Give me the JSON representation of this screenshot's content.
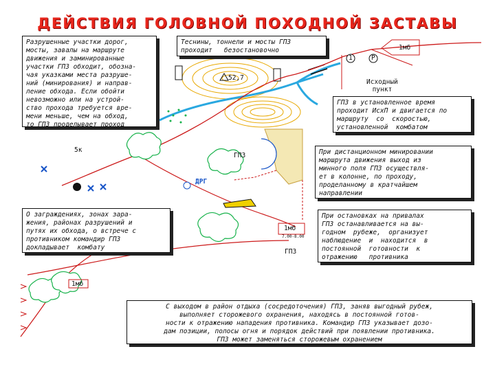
{
  "title": "ДЕЙСТВИЯ ГОЛОВНОЙ ПОХОДНОЙ ЗАСТАВЫ",
  "notes": {
    "obstacles": "Разрушенные участки дорог,\nмосты, завалы на маршруте\nдвижения и заминированные\nучастки ГПЗ обходит, обозна-\nчая указками места разруше-\nний (минирования) и направ-\nление обхода. Если обойти\nневозможно или на устрой-\nство прохода требуется вре-\nмени меньше, чем на обход,\nто ГПЗ проделывает проход",
    "tunnels": "Теснины, тоннели и мосты ГПЗ\nпроходит   безостановочно",
    "start_time": "ГПЗ в установленное время\nпроходит ИсхП и двигается по\nмаршруту  со  скоростью,\nустановленной  комбатом",
    "remote_mining": "При дистанционном минировании\nмаршрута движения выход из\nминного поля ГПЗ осуществля-\nет в колонне, по проходу,\nпроделанному в кратчайшем\nнаправлении",
    "barriers": "О заграждениях, зонах зара-\nжения, районах разрушений и\nпутях их обхода, о встрече с\nпротивником командир ГПЗ\nдокладывает  комбату",
    "halts": "При остановках на привалах\nГПЗ останавливается на вы-\nгодном  рубеже,  организует\nнаблюдение  и  находится  в\nпостоянной  готовности  к\nотражению   противника",
    "rest_area": "С выходом в район отдыха (сосредоточения) ГПЗ, заняв выгодный рубеж,\nвыполняет сторожевого охранения, находясь в постоянной готов-\nности к отражению нападения противника. Командир ГПЗ указывает дозо-\nдам позиции, полосы огня и порядок действий при появлении противника.\nГПЗ может заменяться сторожевым охранением"
  },
  "labels": {
    "elevation": "52,7",
    "start_point": "Исходный\nпункт",
    "gpz_top": "ГПЗ",
    "drg": "ДРГ",
    "gpz_bottom": "ГПЗ",
    "unit_1mb_top": "1мб",
    "unit_1mb_mid": "1мб",
    "unit_1mb_mid_time": "7.00-8.00",
    "unit_1mb_left": "1мб",
    "marker_1": "1",
    "marker_p": "Р",
    "marker_3km": "5к"
  },
  "colors": {
    "title": "#e8261c",
    "route": "#cc1a1a",
    "river": "#2aa8e0",
    "terrain": "#e8a800",
    "forest": "#16b24a",
    "marsh": "#f4e8b4",
    "minefield": "#1a56c8",
    "vehicle": "#f0d000"
  }
}
